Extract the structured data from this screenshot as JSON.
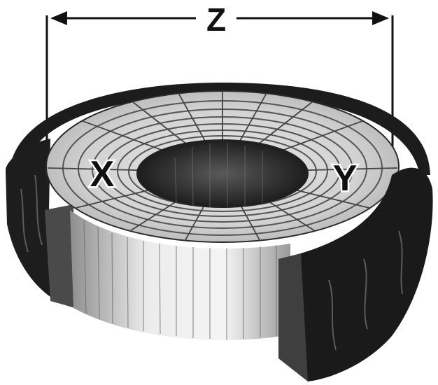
{
  "labels": {
    "x": "X",
    "y": "Y",
    "z": "Z"
  },
  "colors": {
    "bark": "#1f1f1f",
    "wood_light": "#e2e2e2",
    "wood_mid": "#bdbdbd",
    "hole": "#2a2a2a",
    "line": "#111111"
  }
}
